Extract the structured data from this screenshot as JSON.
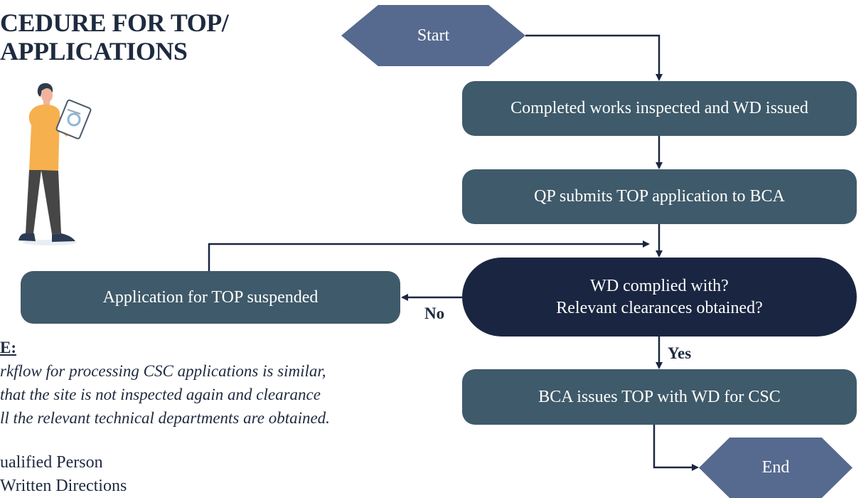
{
  "title": {
    "line1": "CEDURE FOR TOP/",
    "line2": "APPLICATIONS"
  },
  "flow": {
    "start": "Start",
    "step1": "Completed works inspected and WD issued",
    "step2": "QP submits TOP application to BCA",
    "decision_line1": "WD complied with?",
    "decision_line2": "Relevant clearances obtained?",
    "suspended": "Application for TOP suspended",
    "no_label": "No",
    "yes_label": "Yes",
    "step3": "BCA issues TOP with WD for CSC",
    "end": "End"
  },
  "note": {
    "heading": "E:",
    "line1": "rkflow for processing CSC applications is similar,",
    "line2": "that the site is not inspected again and clearance",
    "line3": "ll the relevant technical departments are obtained."
  },
  "definitions": {
    "line1": "ualified Person",
    "line2": "Written Directions"
  },
  "colors": {
    "box": "#3f5a6a",
    "decision": "#1a2641",
    "terminal": "#56698f",
    "arrow": "#1a2641",
    "shirt": "#f6b04e",
    "pants": "#464646"
  }
}
